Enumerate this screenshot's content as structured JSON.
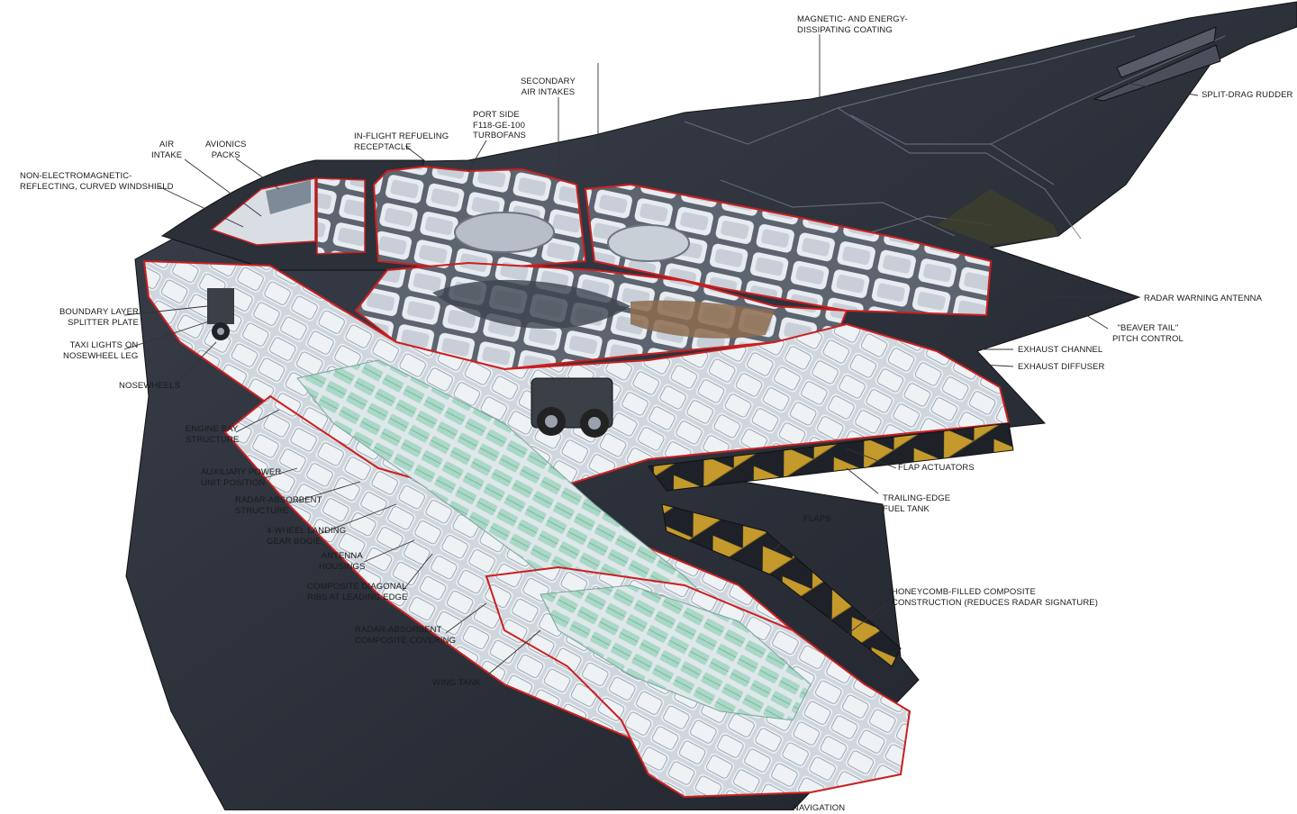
{
  "labels": {
    "coating": [
      "MAGNETIC- AND ENERGY-",
      "DISSIPATING COATING"
    ],
    "rudder": [
      "SPLIT-DRAG RUDDER"
    ],
    "secondary_intakes": [
      "SECONDARY",
      "AIR INTAKES"
    ],
    "turbofans": [
      "PORT SIDE",
      "F118-GE-100",
      "TURBOFANS"
    ],
    "refueling": [
      "IN-FLIGHT REFUELING",
      "RECEPTACLE"
    ],
    "avionics": [
      "AVIONICS",
      "PACKS"
    ],
    "air_intake": [
      "AIR",
      "INTAKE"
    ],
    "windshield": [
      "NON-ELECTROMAGNETIC-",
      "REFLECTING, CURVED WINDSHIELD"
    ],
    "splitter": [
      "BOUNDARY LAYER",
      "SPLITTER PLATE"
    ],
    "taxi_lights": [
      "TAXI LIGHTS ON",
      "NOSEWHEEL LEG"
    ],
    "nosewheels": [
      "NOSEWHEELS"
    ],
    "engine_bay": [
      "ENGINE BAY",
      "STRUCTURE"
    ],
    "apu": [
      "AUXILIARY POWER",
      "UNIT POSITION"
    ],
    "radar_structure": [
      "RADAR-ABSORBENT",
      "STRUCTURE"
    ],
    "gear_bogie": [
      "4-WHEEL LANDING",
      "GEAR BOGIE"
    ],
    "antenna_housings": [
      "ANTENNA",
      "HOUSINGS"
    ],
    "diagonal_ribs": [
      "COMPOSITE DIAGONAL",
      "RIBS AT LEADING EDGE"
    ],
    "radar_covering": [
      "RADAR-ABSORBENT",
      "COMPOSITE COVERING"
    ],
    "wing_tank": [
      "WING TANK"
    ],
    "navigation": [
      "NAVIGATION"
    ],
    "radar_warning": [
      "RADAR WARNING ANTENNA"
    ],
    "beaver_tail": [
      "\"BEAVER TAIL\"",
      "PITCH CONTROL"
    ],
    "exhaust_channel": [
      "EXHAUST CHANNEL"
    ],
    "exhaust_diffuser": [
      "EXHAUST DIFFUSER"
    ],
    "flap_actuators": [
      "FLAP ACTUATORS"
    ],
    "trailing_tank": [
      "TRAILING-EDGE",
      "FUEL TANK"
    ],
    "flaps": [
      "FLAPS"
    ],
    "honeycomb": [
      "HONEYCOMB-FILLED COMPOSITE",
      "CONSTRUCTION (REDUCES RADAR SIGNATURE)"
    ]
  },
  "colors": {
    "skin": "#262a33",
    "skin_light": "#3a3f4a",
    "panel_line": "#6f7a88",
    "cutaway_edge": "#cc1f1f",
    "structure": "#dfe4ea",
    "structure_shade": "#b9c1cb",
    "fuel_cell": "#a9d8c6",
    "flap_stripe": "#c49a2c",
    "leader": "#333333"
  }
}
